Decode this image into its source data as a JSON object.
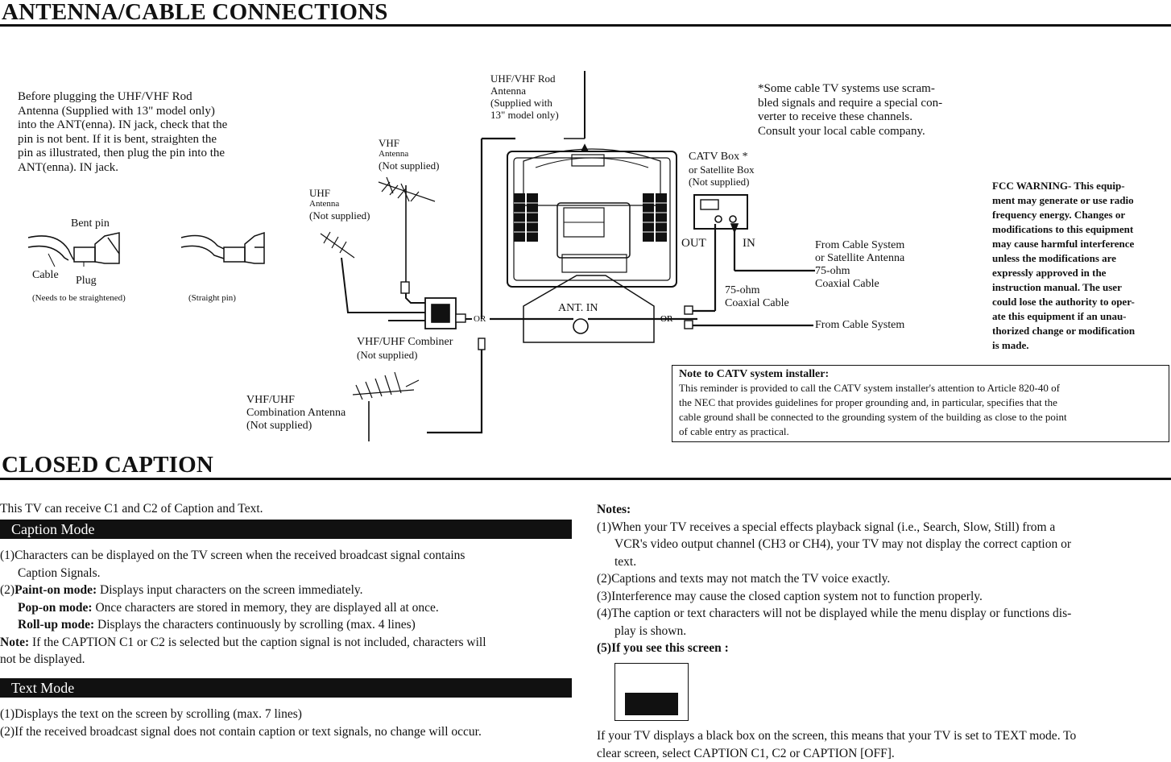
{
  "antenna": {
    "heading": "ANTENNA/CABLE CONNECTIONS",
    "intro_lines": [
      "Before plugging the UHF/VHF Rod",
      "Antenna (Supplied with 13\" model only)",
      "into the ANT(enna). IN jack, check that the",
      "pin is not bent. If it is bent, straighten the",
      "pin as illustrated, then plug the pin into the",
      "ANT(enna). IN jack."
    ],
    "pin_labels": {
      "bent_pin": "Bent pin",
      "cable": "Cable",
      "plug": "Plug",
      "needs": "(Needs to be straightened)",
      "straight": "(Straight pin)"
    },
    "rod_antenna": [
      "UHF/VHF Rod",
      "Antenna",
      "(Supplied with",
      "13\" model only)"
    ],
    "vhf_antenna": [
      "VHF",
      "Antenna",
      "(Not supplied)"
    ],
    "uhf_antenna": [
      "UHF",
      "Antenna",
      "(Not supplied)"
    ],
    "combiner": [
      "VHF/UHF Combiner",
      "(Not supplied)"
    ],
    "combo_antenna": [
      "VHF/UHF",
      "Combination Antenna",
      "(Not supplied)"
    ],
    "or_label": "OR",
    "ant_in": "ANT. IN",
    "scram_note": [
      "*Some cable TV systems use scram-",
      "bled signals and require a special con-",
      "verter to receive these channels.",
      "Consult your local cable company."
    ],
    "catv_box": [
      "CATV Box *",
      "or Satellite Box",
      "(Not supplied)"
    ],
    "out_label": "OUT",
    "in_label": "IN",
    "from_cable_sat": [
      "From Cable System",
      "or Satellite Antenna",
      "75-ohm",
      "Coaxial Cable"
    ],
    "coax_75": [
      "75-ohm",
      "Coaxial Cable"
    ],
    "from_cable": "From Cable System",
    "fcc_lines": [
      "FCC WARNING- This equip-",
      "ment may generate or use radio",
      "frequency energy. Changes or",
      "modifications to this equipment",
      "may cause harmful interference",
      "unless the modifications are",
      "expressly approved in the",
      "instruction manual. The user",
      "could lose the authority to oper-",
      "ate this equipment if an unau-",
      "thorized change or modification",
      "is made."
    ],
    "catv_note_title": "Note to CATV system installer:",
    "catv_note_lines": [
      "This reminder is provided to call the CATV system installer's attention to Article 820-40 of",
      "the NEC that provides guidelines for proper grounding and, in particular, specifies that the",
      "cable ground shall be connected to the grounding system of the building as close to the point",
      "of cable entry as practical."
    ]
  },
  "caption": {
    "heading": "CLOSED CAPTION",
    "intro": "This TV can receive C1 and C2 of Caption and Text.",
    "caption_mode_title": "Caption Mode",
    "caption_items": {
      "l1": "(1)Characters can be displayed on the TV screen when the received broadcast signal contains",
      "l2": "Caption Signals.",
      "l3_num": "(2)",
      "l3_bold": "Paint-on mode:",
      "l3_rest": " Displays input characters on the screen immediately.",
      "l4_bold": "Pop-on mode:",
      "l4_rest": " Once characters are stored in memory, they are displayed all at once.",
      "l5_bold": "Roll-up mode:",
      "l5_rest": " Displays the characters continuously by scrolling (max. 4 lines)",
      "note_bold": "Note:",
      "note_rest": " If the CAPTION C1 or C2 is selected but the caption signal is not included, characters will",
      "note_l2": "not be displayed."
    },
    "text_mode_title": "Text Mode",
    "text_items": [
      "(1)Displays the text on the screen by scrolling (max. 7 lines)",
      "(2)If the received broadcast signal does not contain caption or text signals, no change will occur."
    ],
    "notes_title": "Notes:",
    "notes_lines": [
      "(1)When your TV receives a special effects playback signal (i.e., Search, Slow, Still) from a",
      "VCR's video output channel (CH3 or CH4), your TV may not display the correct caption or",
      "text.",
      "(2)Captions and texts may not match the TV voice exactly.",
      "(3)Interference may cause the closed caption system not to function properly.",
      "(4)The caption or text characters will not be displayed while the menu display or functions dis-",
      "play is shown."
    ],
    "note5": "(5)If you see this screen :",
    "black_box_lines": [
      "If your TV displays a black box on the screen, this means that your TV is set to TEXT mode. To",
      "clear screen, select CAPTION C1, C2 or CAPTION [OFF]."
    ]
  }
}
